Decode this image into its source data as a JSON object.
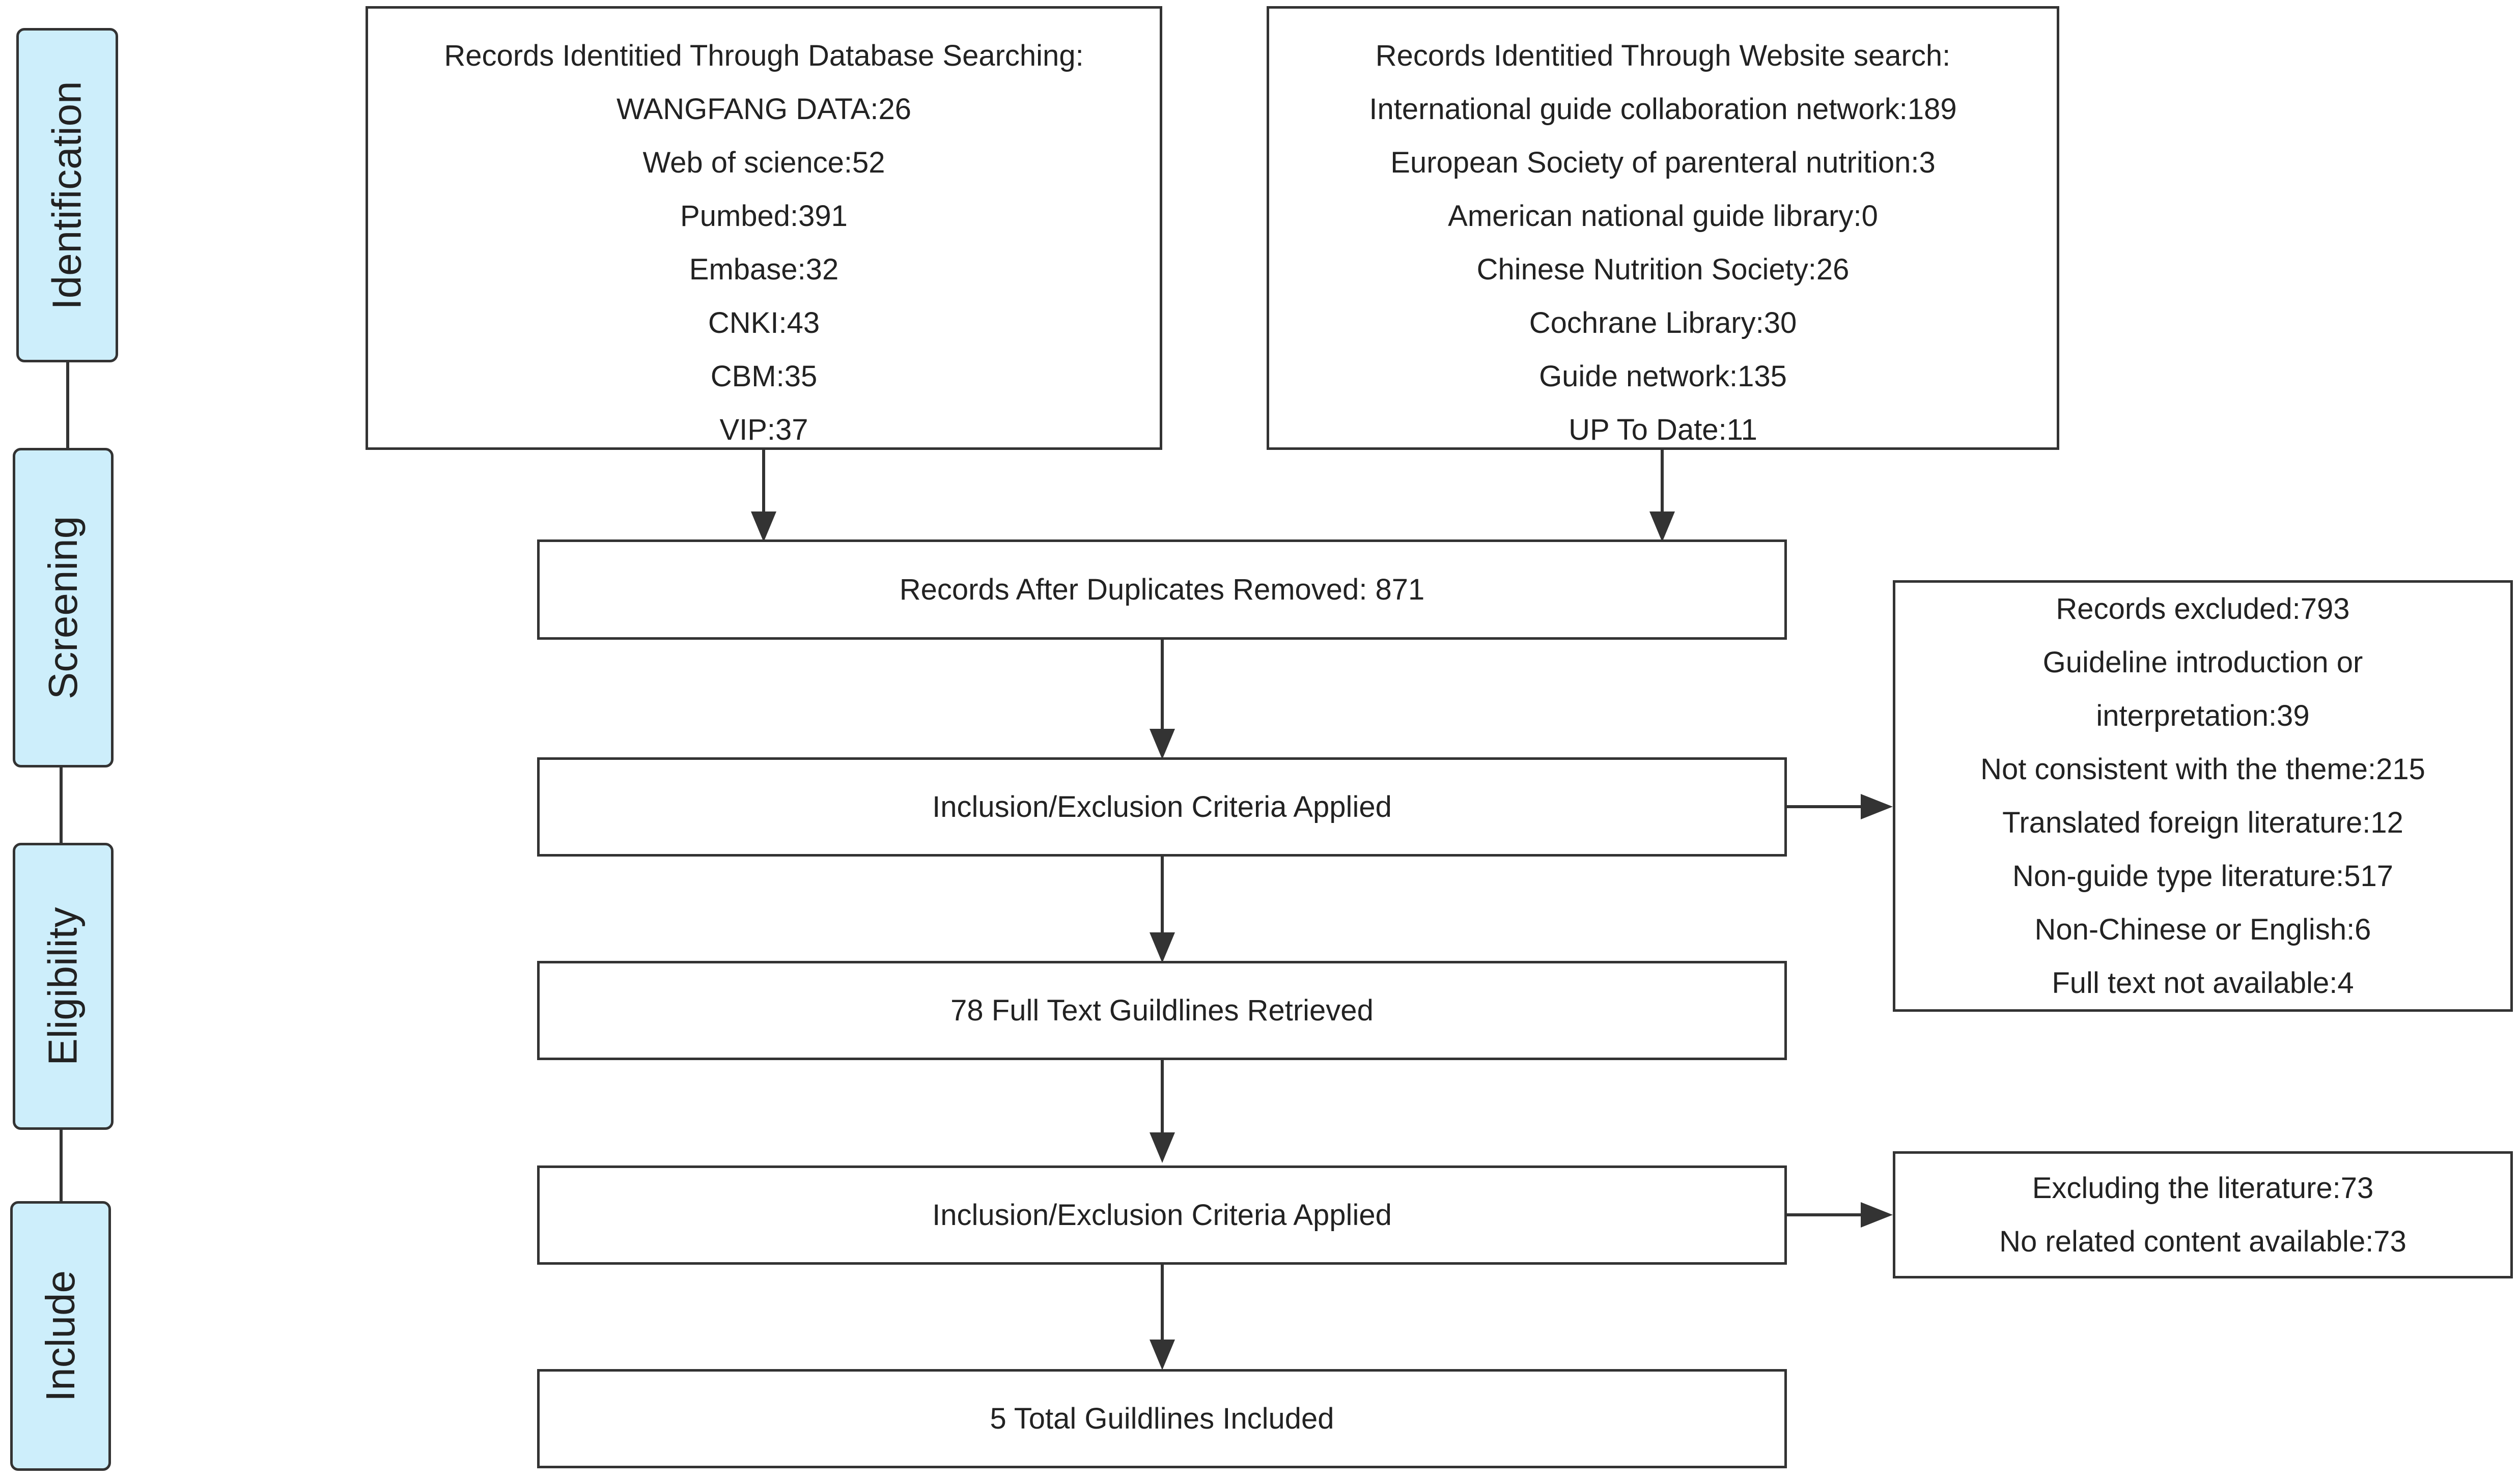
{
  "stages": [
    "Identification",
    "Screening",
    "Eligibility",
    "Include"
  ],
  "database_box": {
    "title": "Records Identitied Through Database Searching:",
    "items": [
      "WANGFANG DATA:26",
      "Web of science:52",
      "Pumbed:391",
      "Embase:32",
      "CNKI:43",
      "CBM:35",
      "VIP:37"
    ]
  },
  "website_box": {
    "title": "Records Identitied Through Website search:",
    "items": [
      "International guide collaboration network:189",
      "European Society of parenteral nutrition:3",
      "American national guide library:0",
      "Chinese Nutrition Society:26",
      "Cochrane Library:30",
      "Guide network:135",
      "UP To Date:11"
    ]
  },
  "flow": {
    "duplicates_removed": "Records After Duplicates Removed: 871",
    "criteria_1": "Inclusion/Exclusion Criteria Applied",
    "full_text": "78 Full Text Guildlines Retrieved",
    "criteria_2": "Inclusion/Exclusion Criteria Applied",
    "included": "5 Total Guildlines Included"
  },
  "excluded_1": {
    "lines": [
      "Records excluded:793",
      "Guideline introduction or",
      "interpretation:39",
      "Not consistent with the theme:215",
      "Translated foreign literature:12",
      "Non-guide type literature:517",
      "Non-Chinese or English:6",
      "Full text not available:4"
    ]
  },
  "excluded_2": {
    "lines": [
      "Excluding the literature:73",
      "No related content available:73"
    ]
  },
  "colors": {
    "stage_fill": "#cdeefb",
    "stroke": "#333333"
  }
}
